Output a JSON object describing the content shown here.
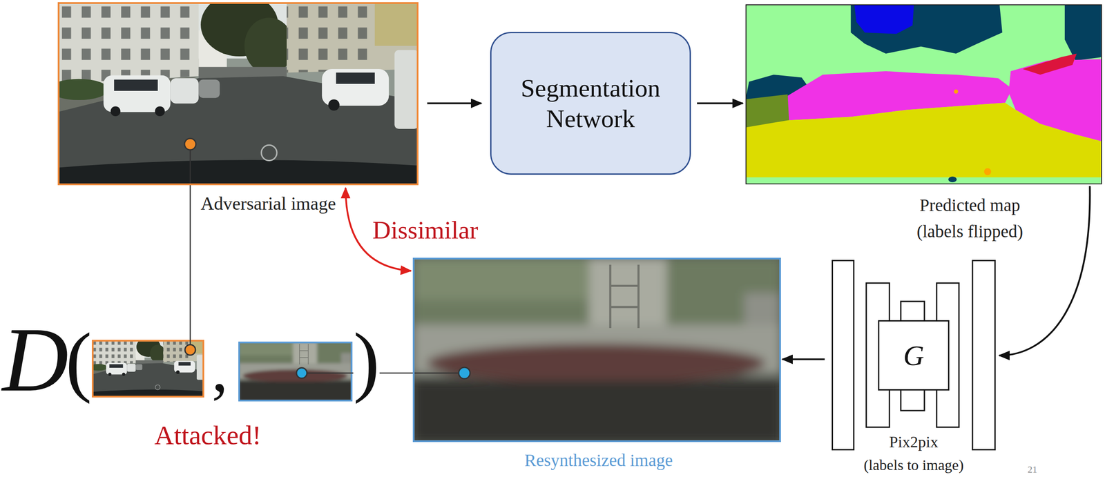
{
  "diagram": {
    "nodes": [
      {
        "text": [
          "Adversarial image"
        ]
      },
      {
        "text": [
          "Segmentation Network"
        ]
      },
      {
        "text": [
          "Predicted map",
          "(labels flipped)"
        ]
      },
      {
        "text": [
          "Resynthesized image"
        ]
      },
      {
        "text": [
          "Pix2pix",
          "(labels to image)"
        ]
      },
      {
        "text": [
          "G"
        ],
        "in": 4
      }
    ],
    "edges": [
      {
        "from": 0,
        "to": 1,
        "arrow": "to"
      },
      {
        "from": 1,
        "to": 2,
        "arrow": "to"
      },
      {
        "from": 2,
        "to": 4,
        "arrow": "to"
      },
      {
        "from": 4,
        "to": 3,
        "arrow": "to"
      },
      {
        "from": 0,
        "to": 3,
        "arrow": "both",
        "label": "Dissimilar"
      }
    ],
    "labels": [
      "D",
      "(",
      ",",
      ")",
      "Attacked!",
      "21"
    ]
  }
}
